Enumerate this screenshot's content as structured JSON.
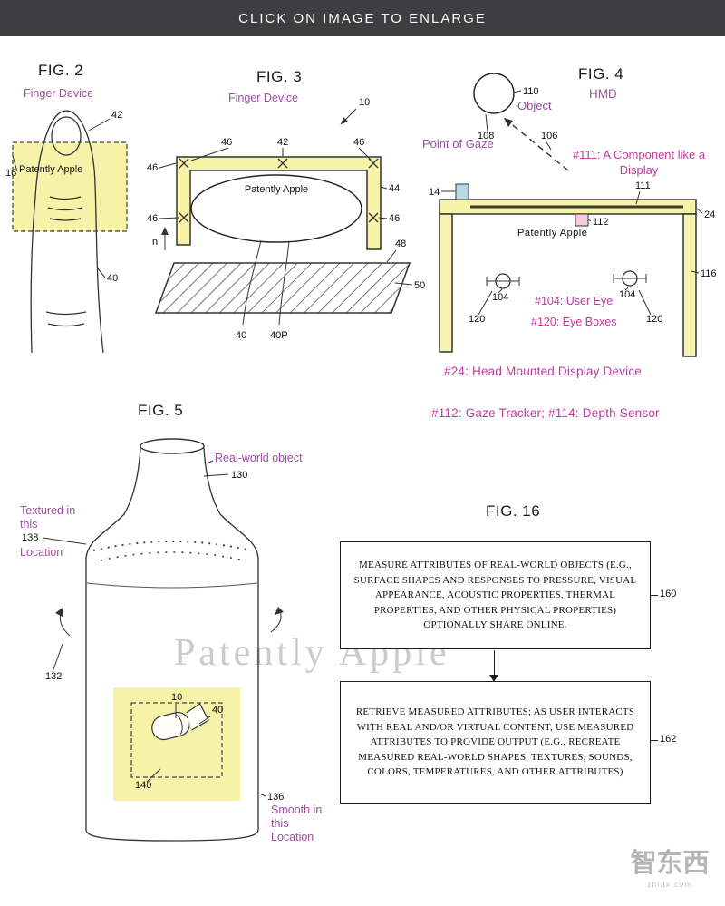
{
  "banner": {
    "label": "CLICK ON IMAGE TO ENLARGE"
  },
  "colors": {
    "banner_bg": "#3e3e40",
    "purple": "#9c4f9f",
    "magenta": "#c2399f",
    "highlight_yellow": "#f6f2a8",
    "light_blue": "#b9d9e8",
    "pink": "#f8cbd9",
    "watermark_gray": "#cbcbcb"
  },
  "fig2": {
    "title": "FIG. 2",
    "subtitle": "Finger Device",
    "watermark": "Patently Apple",
    "labels": {
      "l42": "42",
      "l16": "16",
      "l40": "40"
    }
  },
  "fig3": {
    "title": "FIG. 3",
    "subtitle": "Finger Device",
    "watermark": "Patently Apple",
    "labels": {
      "l10": "10",
      "l42": "42",
      "l44": "44",
      "l46": "46",
      "l48": "48",
      "l50": "50",
      "l40": "40",
      "l40p": "40P",
      "ln": "n"
    }
  },
  "fig4": {
    "title": "FIG. 4",
    "subtitle": "HMD",
    "object_label": "Object",
    "point_of_gaze_label": "Point of Gaze",
    "component_note": "#111: A Component like a Display",
    "watermark": "Patently Apple",
    "user_eye_note": "#104: User Eye",
    "eye_boxes_note": "#120: Eye Boxes",
    "hmd_note": "#24: Head Mounted Display Device",
    "tracker_note": "#112: Gaze Tracker;  #114: Depth Sensor",
    "labels": {
      "l110": "110",
      "l108": "108",
      "l106": "106",
      "l111": "111",
      "l14": "14",
      "l112": "112",
      "l24": "24",
      "l116": "116",
      "l104": "104",
      "l120": "120"
    }
  },
  "fig5": {
    "title": "FIG. 5",
    "real_world_object_label": "Real-world object",
    "textured_note_top": "Textured in this",
    "textured_note_bottom": "Location",
    "smooth_note": "Smooth in this Location",
    "watermark": "Patently Apple",
    "labels": {
      "l130": "130",
      "l138": "138",
      "l132": "132",
      "l10": "10",
      "l40": "40",
      "l140": "140",
      "l136": "136"
    }
  },
  "fig16": {
    "title": "FIG. 16",
    "box1_text": "MEASURE ATTRIBUTES OF REAL-WORLD OBJECTS (E.G., SURFACE SHAPES AND RESPONSES TO PRESSURE, VISUAL APPEARANCE, ACOUSTIC PROPERTIES, THERMAL PROPERTIES, AND OTHER PHYSICAL PROPERTIES) OPTIONALLY SHARE ONLINE.",
    "box2_text": "RETRIEVE MEASURED ATTRIBUTES; AS USER INTERACTS WITH REAL AND/OR VIRTUAL CONTENT, USE MEASURED ATTRIBUTES TO PROVIDE OUTPUT (E.G., RECREATE MEASURED REAL-WORLD SHAPES, TEXTURES, SOUNDS, COLORS, TEMPERATURES, AND OTHER ATTRIBUTES)",
    "labels": {
      "l160": "160",
      "l162": "162"
    }
  },
  "logo": {
    "text": "智东西",
    "subtext": "zhidx.com"
  }
}
